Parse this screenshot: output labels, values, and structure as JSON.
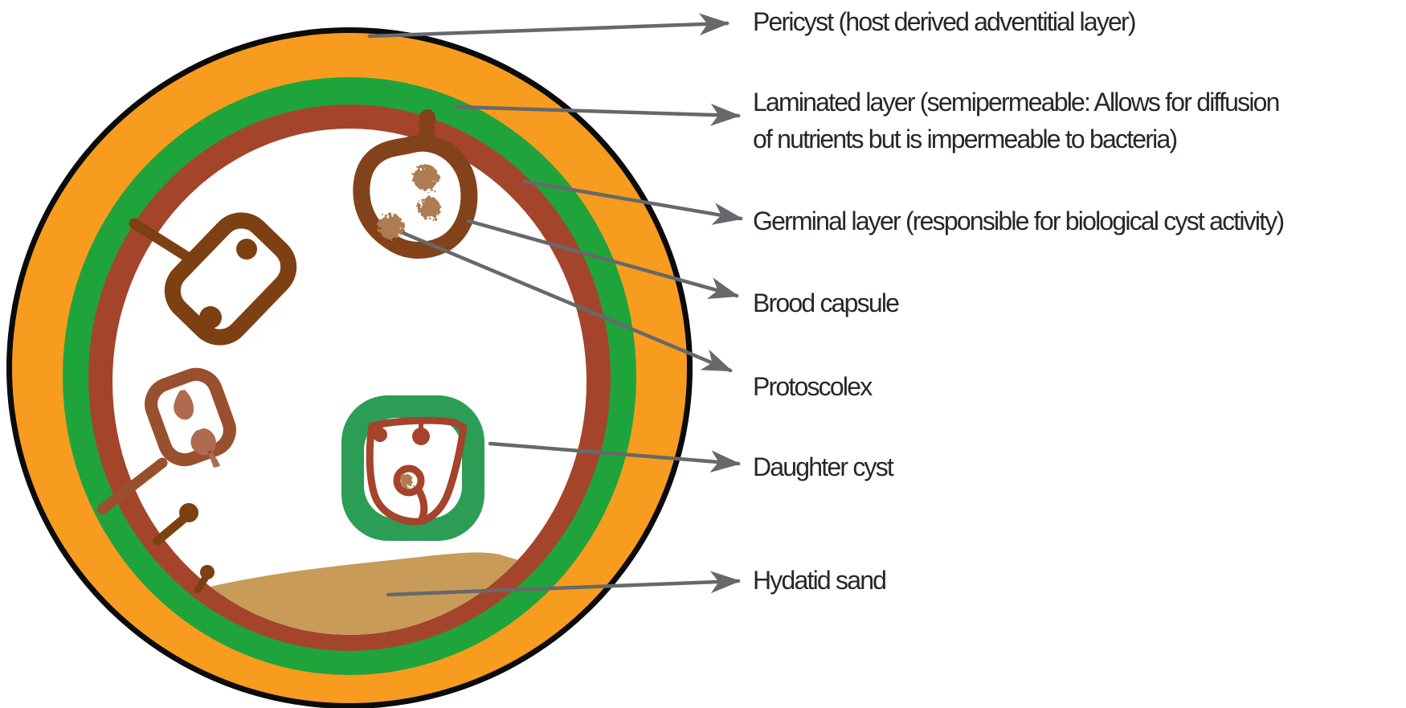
{
  "labels": {
    "pericyst": "Pericyst (host derived adventitial layer)",
    "laminated_line1": "Laminated layer (semipermeable: Allows for diffusion",
    "laminated_line2": "of nutrients but is impermeable to bacteria)",
    "germinal": "Germinal layer (responsible for biological cyst activity)",
    "brood": "Brood capsule",
    "protoscolex": "Protoscolex",
    "daughter": "Daughter cyst",
    "hydatid": "Hydatid sand"
  },
  "colors": {
    "background": "#ffffff",
    "outline_black": "#0b0b0b",
    "pericyst_orange": "#F79C1E",
    "laminated_green": "#1FA43C",
    "germinal_brown": "#A4452B",
    "inner_white": "#ffffff",
    "brood_capsule_brown": "#83431A",
    "capsule_dark_brown": "#7C4013",
    "small_capsule_brown": "#99502F",
    "teardrop_brown": "#B16A52",
    "protoscolex_spot": "#AE7B51",
    "daughter_green": "#2B9D55",
    "daughter_inner_brown": "#A5432C",
    "hydatid_sand": "#C89B58",
    "arrow_gray": "#67686B",
    "text": "#2B2526"
  }
}
